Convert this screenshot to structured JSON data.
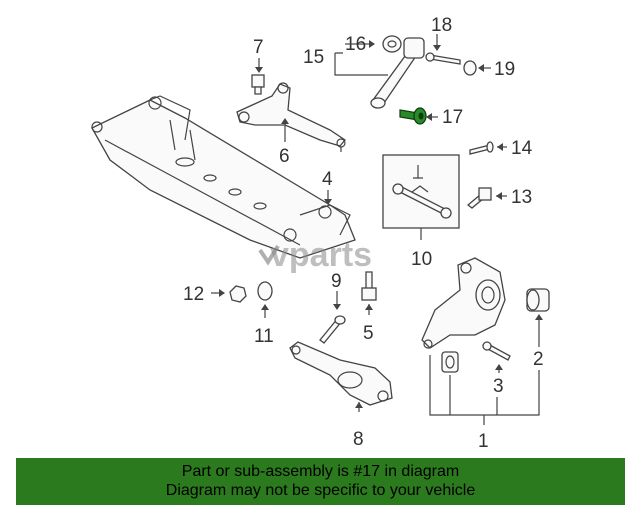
{
  "callouts": {
    "c1": "1",
    "c2": "2",
    "c3": "3",
    "c4": "4",
    "c5": "5",
    "c6": "6",
    "c7": "7",
    "c8": "8",
    "c9": "9",
    "c10": "10",
    "c11": "11",
    "c12": "12",
    "c13": "13",
    "c14": "14",
    "c15": "15",
    "c16": "16",
    "c17": "17",
    "c18": "18",
    "c19": "19"
  },
  "highlighted_part": "17",
  "colors": {
    "highlight": "#2a8a2a",
    "banner": "#2c7a1e"
  },
  "watermark": "vparts",
  "banner": {
    "line1": "Part or sub-assembly is #17 in diagram",
    "line2": "Diagram may not be specific to your vehicle"
  }
}
